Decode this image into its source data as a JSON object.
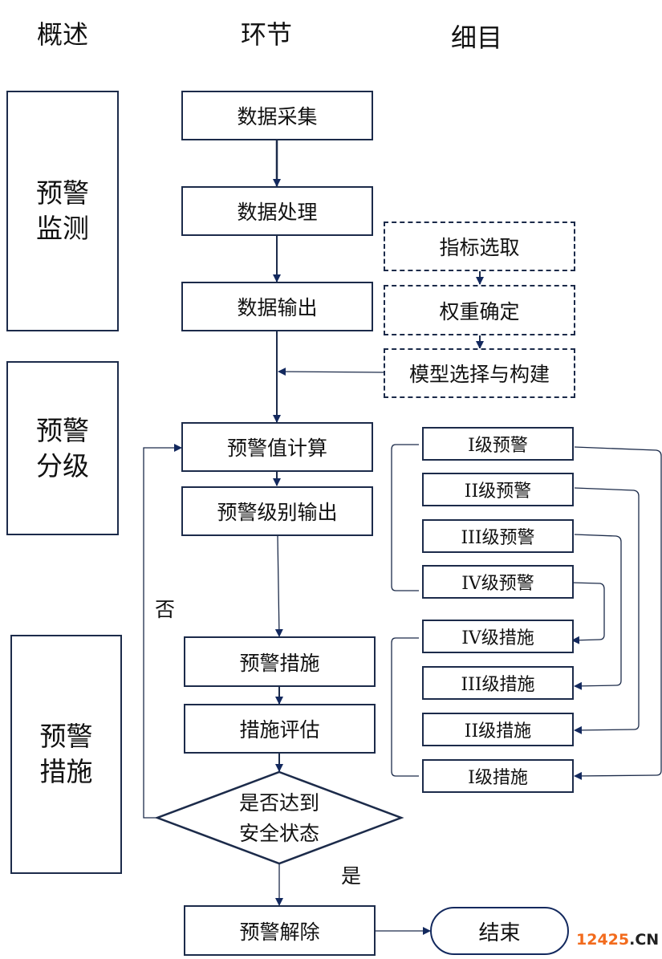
{
  "headers": {
    "overview": "概述",
    "stage": "环节",
    "detail": "细目"
  },
  "phases": [
    {
      "line1": "预警",
      "line2": "监测"
    },
    {
      "line1": "预警",
      "line2": "分级"
    },
    {
      "line1": "预警",
      "line2": "措施"
    }
  ],
  "steps": {
    "data_collection": "数据采集",
    "data_processing": "数据处理",
    "data_output": "数据输出",
    "warning_value_calc": "预警值计算",
    "warning_level_output": "预警级别输出",
    "warning_measures": "预警措施",
    "measure_evaluation": "措施评估",
    "decision_line1": "是否达到",
    "decision_line2": "安全状态",
    "warning_release": "预警解除",
    "end": "结束"
  },
  "model_steps": [
    "指标选取",
    "权重确定",
    "模型选择与构建"
  ],
  "warning_levels": [
    "I级预警",
    "II级预警",
    "III级预警",
    "IV级预警"
  ],
  "measure_levels": [
    "IV级措施",
    "III级措施",
    "II级措施",
    "I级措施"
  ],
  "branch_labels": {
    "no": "否",
    "yes": "是"
  },
  "watermark": {
    "number": "12425",
    "suffix": ".CN"
  },
  "colors": {
    "stroke": "#1c2b4a",
    "arrow": "#13295e",
    "watermark": "#f26b1d"
  }
}
